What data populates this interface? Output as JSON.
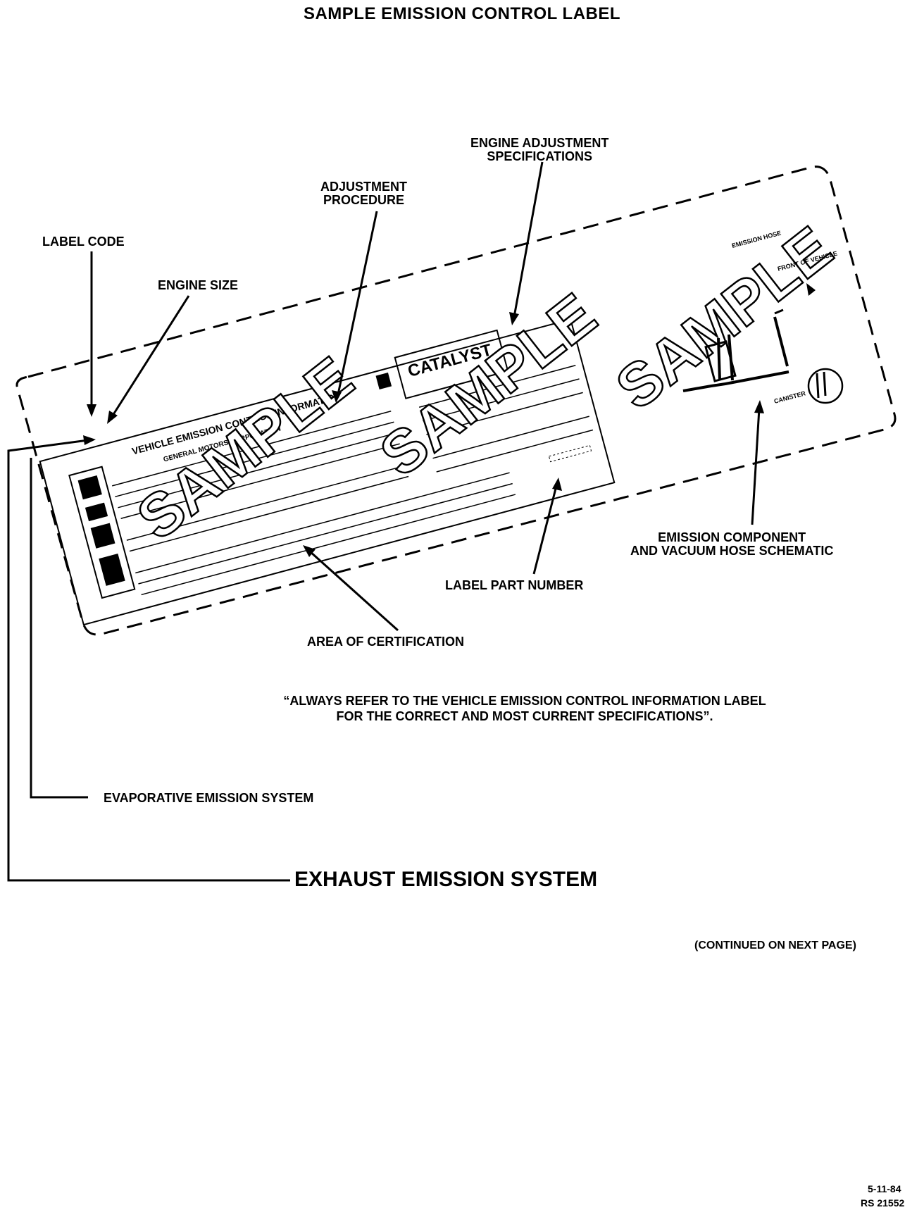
{
  "title": "SAMPLE EMISSION CONTROL LABEL",
  "callouts": {
    "label_code": "LABEL CODE",
    "engine_size": "ENGINE SIZE",
    "adjustment_procedure_1": "ADJUSTMENT",
    "adjustment_procedure_2": "PROCEDURE",
    "engine_adjustment_1": "ENGINE ADJUSTMENT",
    "engine_adjustment_2": "SPECIFICATIONS",
    "emission_component_1": "EMISSION COMPONENT",
    "emission_component_2": "AND VACUUM HOSE SCHEMATIC",
    "label_part_number": "LABEL PART NUMBER",
    "area_of_certification": "AREA OF CERTIFICATION",
    "evaporative": "EVAPORATIVE EMISSION SYSTEM",
    "exhaust": "EXHAUST EMISSION SYSTEM"
  },
  "label": {
    "header": "VEHICLE EMISSION CONTROL INFORMATION",
    "maker": "GENERAL MOTORS CORPORATION",
    "catalyst": "CATALYST",
    "watermark": "SAMPLE",
    "schematic_emission_hose": "EMISSION HOSE",
    "schematic_front": "FRONT OF VEHICLE",
    "schematic_canister": "CANISTER"
  },
  "notice_line1": "“ALWAYS REFER TO THE VEHICLE EMISSION CONTROL INFORMATION LABEL",
  "notice_line2": "FOR THE CORRECT AND MOST CURRENT SPECIFICATIONS”.",
  "continued": "(CONTINUED ON NEXT PAGE)",
  "footer_date": "5-11-84",
  "footer_ref": "RS 21552"
}
